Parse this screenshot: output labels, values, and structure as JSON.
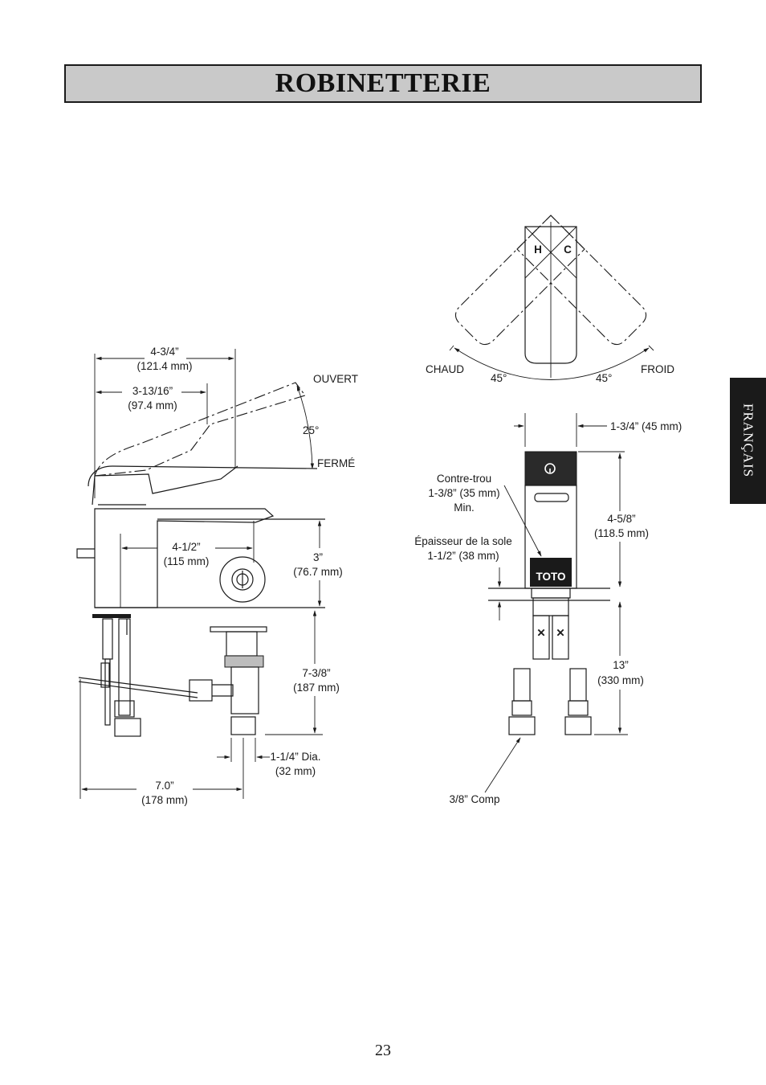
{
  "title": "ROBINETTERIE",
  "side_tab": "FRANÇAIS",
  "page_number": "23",
  "left_dims": {
    "d1_in": "4-3/4”",
    "d1_mm": "(121.4 mm)",
    "d2_in": "3-13/16”",
    "d2_mm": "(97.4 mm)",
    "open": "OUVERT",
    "angle": "25°",
    "closed": "FERMÉ",
    "d3_in": "4-1/2”",
    "d3_mm": "(115 mm)",
    "d4_in": "3”",
    "d4_mm": "(76.7 mm)",
    "d5_in": "7-3/8”",
    "d5_mm": "(187 mm)",
    "d6_in": "1-1/4” Dia.",
    "d6_mm": "(32 mm)",
    "d7_in": "7.0”",
    "d7_mm": "(178 mm)"
  },
  "top_view": {
    "hot": "CHAUD",
    "cold": "FROID",
    "angle_left": "45°",
    "angle_right": "45°",
    "h": "H",
    "c": "C"
  },
  "right_dims": {
    "width": "1-3/4” (45 mm)",
    "hole_1": "Contre-trou",
    "hole_2": "1-3/8” (35 mm)",
    "hole_3": "Min.",
    "deck_1": "Épaisseur de la sole",
    "deck_2": "1-1/2” (38 mm)",
    "height_in": "4-5/8”",
    "height_mm": "(118.5 mm)",
    "supply_in": "13”",
    "supply_mm": "(330 mm)",
    "comp": "3/8” Comp",
    "brand": "TOTO"
  }
}
